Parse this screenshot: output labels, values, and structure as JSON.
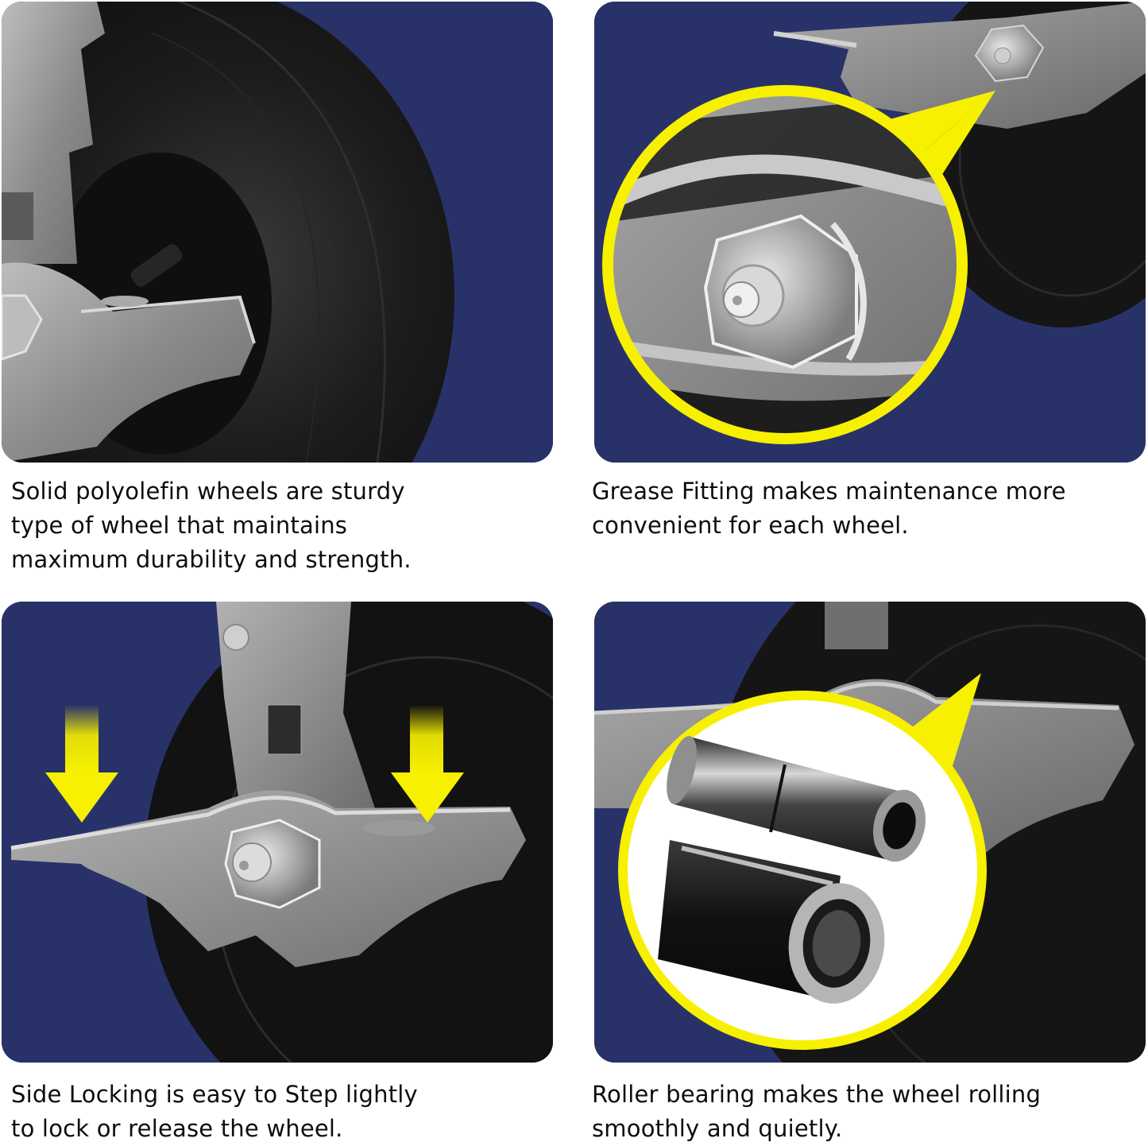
{
  "colors": {
    "panel_background": "#283269",
    "callout_yellow": "#f7f000",
    "wheel_black": "#141414",
    "steel_gray": "#8a8a8a",
    "caption_text": "#0d0d0d"
  },
  "features": [
    {
      "panel": "polyolefin-wheel",
      "image_subject": "Close-up of black solid polyolefin caster wheel with steel bracket",
      "caption_lines": [
        "Solid polyolefin wheels are sturdy",
        "type of wheel that maintains",
        "maximum durability and strength."
      ]
    },
    {
      "panel": "grease-fitting",
      "image_subject": "Magnified yellow-circle callout of grease fitting on axle nut",
      "caption_lines": [
        "Grease Fitting makes maintenance more",
        "convenient for each wheel."
      ]
    },
    {
      "panel": "side-locking",
      "image_subject": "Side brake pedal with two yellow downward arrows",
      "caption_lines": [
        "Side Locking is easy to Step lightly",
        "to lock or release the wheel."
      ]
    },
    {
      "panel": "roller-bearing",
      "image_subject": "Yellow-circle callout showing steel sleeve and needle roller bearing",
      "caption_lines": [
        "Roller bearing makes the wheel rolling",
        "smoothly and quietly."
      ]
    }
  ]
}
